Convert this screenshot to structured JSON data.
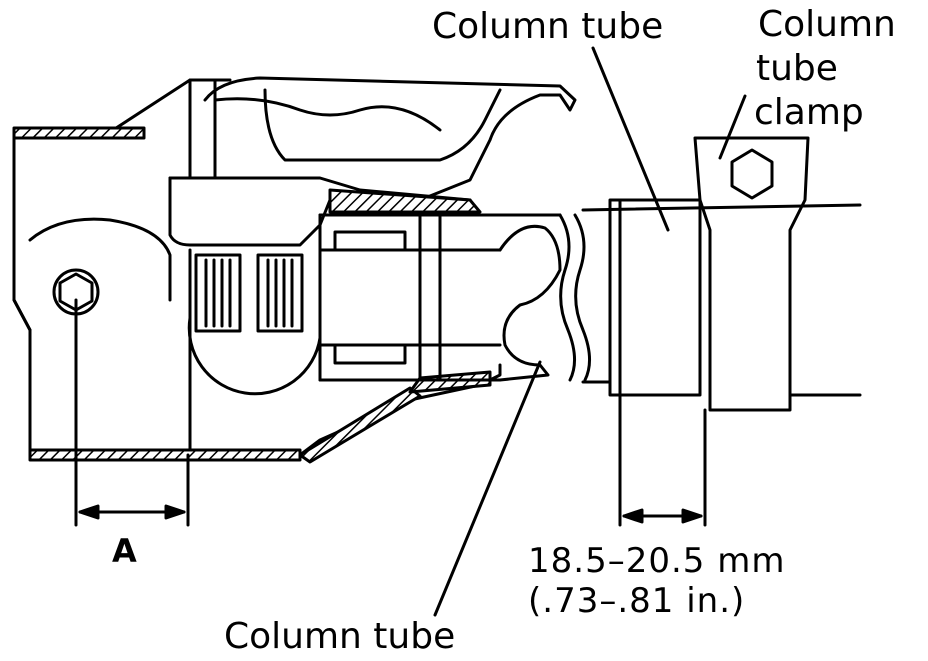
{
  "labels": {
    "column_tube_top": "Column tube",
    "clamp_line1": "Column",
    "clamp_line2": "tube",
    "clamp_line3": "clamp",
    "column_tube_bottom": "Column tube",
    "dimension_a": "A",
    "dimension_mm": "18.5–20.5 mm",
    "dimension_in": "(.73–.81 in.)"
  },
  "colors": {
    "ink": "#000000",
    "paper": "#ffffff"
  }
}
